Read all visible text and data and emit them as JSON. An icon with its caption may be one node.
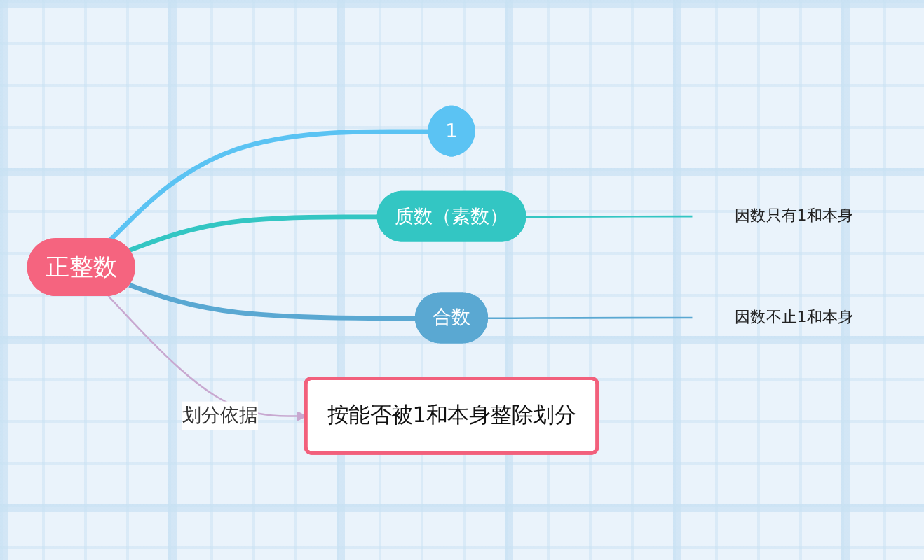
{
  "diagram": {
    "nodes": [
      {
        "text": [
          "正整数"
        ]
      },
      {
        "text": [
          "1"
        ]
      },
      {
        "text": [
          "质数（素数）"
        ]
      },
      {
        "text": [
          "因数只有1和本身"
        ]
      },
      {
        "text": [
          "合数"
        ]
      },
      {
        "text": [
          "因数不止1和本身"
        ]
      },
      {
        "text": [
          "按能否被1和本身整除划分"
        ]
      }
    ],
    "edges": [
      {
        "from": 0,
        "to": 1,
        "arrow": "none",
        "style": "thick",
        "color": "#5bc3f3"
      },
      {
        "from": 0,
        "to": 2,
        "arrow": "none",
        "style": "thick",
        "color": "#33c6c3"
      },
      {
        "from": 0,
        "to": 4,
        "arrow": "none",
        "style": "thick",
        "color": "#5aa8d2"
      },
      {
        "from": 2,
        "to": 3,
        "arrow": "none",
        "color": "#33c6c3"
      },
      {
        "from": 4,
        "to": 5,
        "arrow": "none",
        "color": "#5aa8d2"
      },
      {
        "from": 0,
        "to": 6,
        "arrow": "to",
        "label": "划分依据",
        "color": "#c8a8d0"
      }
    ]
  }
}
